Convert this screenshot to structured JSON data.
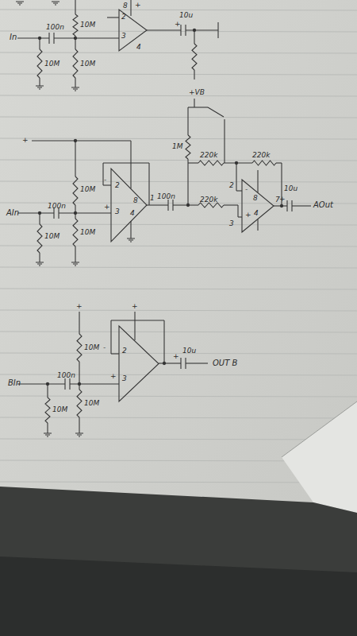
{
  "diagram": {
    "labels": [
      "In",
      "100n",
      "10M",
      "10M",
      "10M",
      "8",
      "+",
      "2",
      "3",
      "4",
      "10u",
      "+",
      "+VB",
      "1M",
      "220k",
      "220k",
      "+",
      "10M",
      "10M",
      "-",
      "2",
      "8",
      "3",
      "+",
      "4",
      "1",
      "100n",
      "10M",
      "AIn",
      "100n",
      "220k",
      "2",
      "-",
      "+",
      "3",
      "8",
      "4",
      "7",
      "10u",
      "+",
      "AOut",
      "+",
      "+",
      "10M",
      "10M",
      "100n",
      "BIn",
      "10M",
      "-",
      "2",
      "+",
      "3",
      "10u",
      "+",
      "OUT B"
    ]
  }
}
